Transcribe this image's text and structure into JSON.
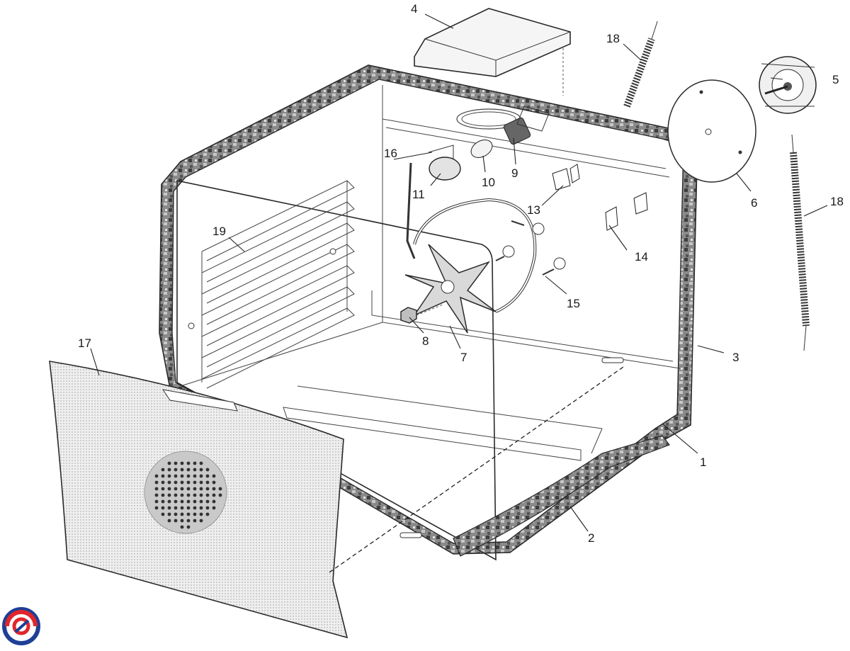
{
  "callouts": [
    {
      "id": "c1",
      "label": "1"
    },
    {
      "id": "c2",
      "label": "2"
    },
    {
      "id": "c3",
      "label": "3"
    },
    {
      "id": "c4",
      "label": "4"
    },
    {
      "id": "c5",
      "label": "5"
    },
    {
      "id": "c6",
      "label": "6"
    },
    {
      "id": "c7",
      "label": "7"
    },
    {
      "id": "c8",
      "label": "8"
    },
    {
      "id": "c9",
      "label": "9"
    },
    {
      "id": "c10",
      "label": "10"
    },
    {
      "id": "c11",
      "label": "11"
    },
    {
      "id": "c13",
      "label": "13"
    },
    {
      "id": "c14",
      "label": "14"
    },
    {
      "id": "c15",
      "label": "15"
    },
    {
      "id": "c16",
      "label": "16"
    },
    {
      "id": "c17",
      "label": "17"
    },
    {
      "id": "c18a",
      "label": "18"
    },
    {
      "id": "c18b",
      "label": "18"
    },
    {
      "id": "c19",
      "label": "19"
    }
  ],
  "colors": {
    "line": "#2a2a2a",
    "panel_fill": "#e6e6e6",
    "seal_fill": "#6f6f6f",
    "logo_red": "#e0262b",
    "logo_blue": "#1f3f96"
  }
}
